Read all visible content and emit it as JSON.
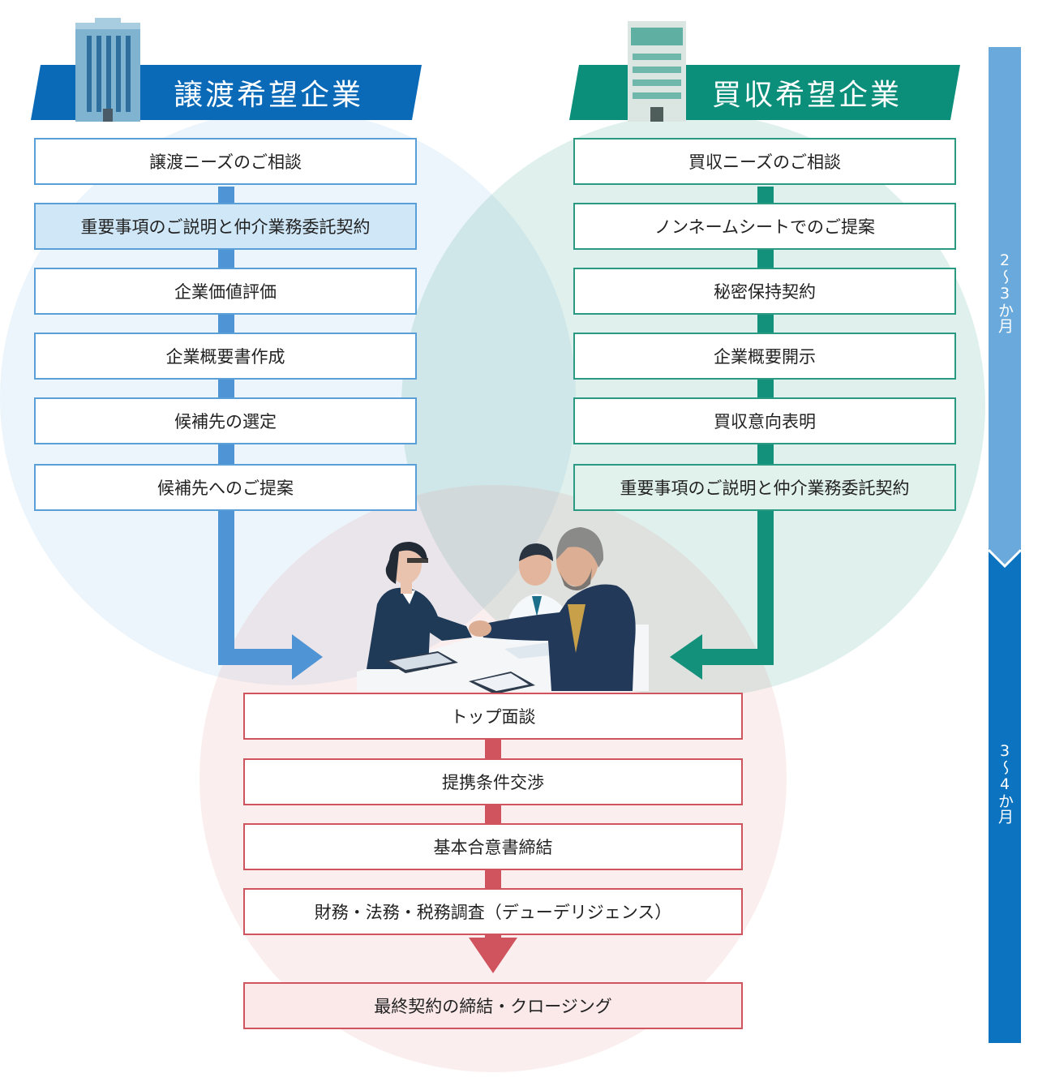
{
  "seller": {
    "title": "譲渡希望企業",
    "color": "#0a6ab7",
    "steps": [
      {
        "label": "譲渡ニーズのご相談",
        "highlight": false
      },
      {
        "label": "重要事項のご説明と仲介業務委託契約",
        "highlight": true
      },
      {
        "label": "企業価値評価",
        "highlight": false
      },
      {
        "label": "企業概要書作成",
        "highlight": false
      },
      {
        "label": "候補先の選定",
        "highlight": false
      },
      {
        "label": "候補先へのご提案",
        "highlight": false
      }
    ]
  },
  "buyer": {
    "title": "買収希望企業",
    "color": "#0b8f7a",
    "steps": [
      {
        "label": "買収ニーズのご相談",
        "highlight": false
      },
      {
        "label": "ノンネームシートでのご提案",
        "highlight": false
      },
      {
        "label": "秘密保持契約",
        "highlight": false
      },
      {
        "label": "企業概要開示",
        "highlight": false
      },
      {
        "label": "買収意向表明",
        "highlight": false
      },
      {
        "label": "重要事項のご説明と仲介業務委託契約",
        "highlight": true
      }
    ]
  },
  "joint": {
    "color": "#d0545e",
    "steps": [
      {
        "label": "トップ面談",
        "highlight": false
      },
      {
        "label": "提携条件交渉",
        "highlight": false
      },
      {
        "label": "基本合意書締結",
        "highlight": false
      },
      {
        "label": "財務・法務・税務調査（デューデリジェンス）",
        "highlight": false
      },
      {
        "label": "最終契約の締結・クロージング",
        "highlight": true
      }
    ]
  },
  "timeline": {
    "phase1": "2～3か月",
    "phase2": "3～4か月",
    "colors": [
      "#6aa9dc",
      "#0b73bf"
    ]
  },
  "illustration": "business-handshake-meeting"
}
